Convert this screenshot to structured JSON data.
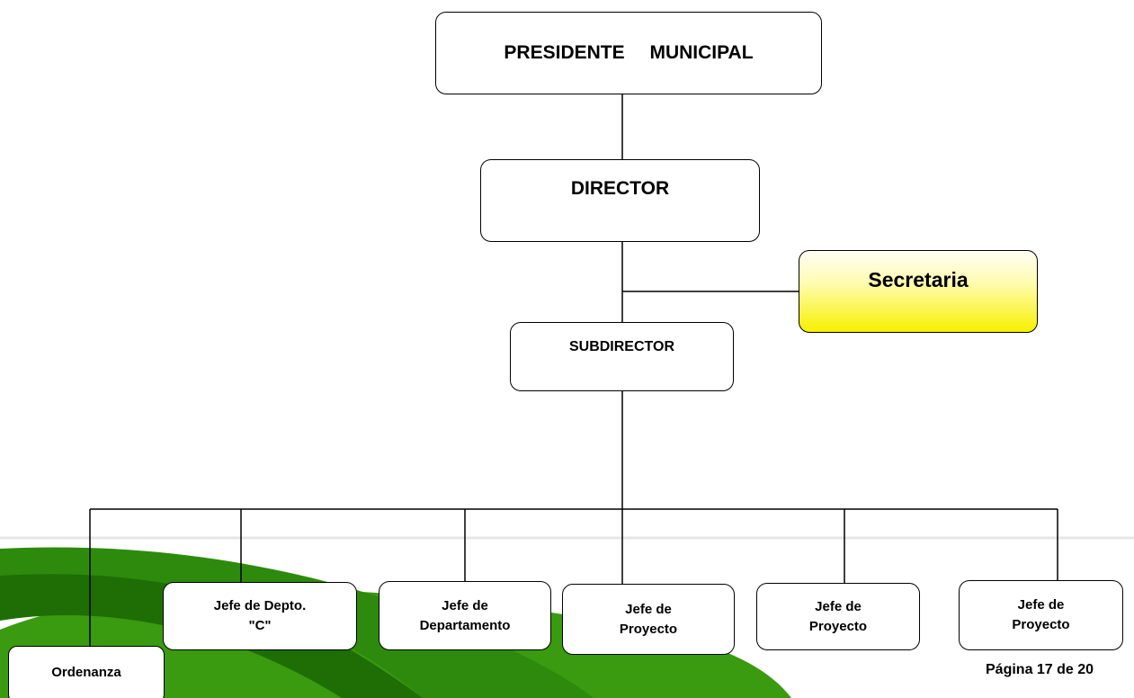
{
  "colors": {
    "line": "#000000",
    "box_border": "#000000",
    "secretaria_fill": "#f7f000",
    "swoosh_dark_green": "#1e7a06",
    "swoosh_light_green": "#3a9a10"
  },
  "org_chart": {
    "president": {
      "line1": "PRESIDENTE MUNICIPAL"
    },
    "director": {
      "label": "DIRECTOR"
    },
    "secretaria": {
      "label": "Secretaria"
    },
    "subdirector": {
      "label": "SUBDIRECTOR"
    },
    "ordenanza": {
      "label": "Ordenanza"
    },
    "subordinates": [
      {
        "line1": "Jefe de Depto.",
        "line2": "\"C\""
      },
      {
        "line1": "Jefe de",
        "line2": "Departamento"
      },
      {
        "line1": "Jefe de",
        "line2": "Proyecto"
      },
      {
        "line1": "Jefe de",
        "line2": "Proyecto"
      },
      {
        "line1": "Jefe de",
        "line2": "Proyecto"
      }
    ]
  },
  "footer": {
    "page_label": "Página 17 de 20"
  }
}
